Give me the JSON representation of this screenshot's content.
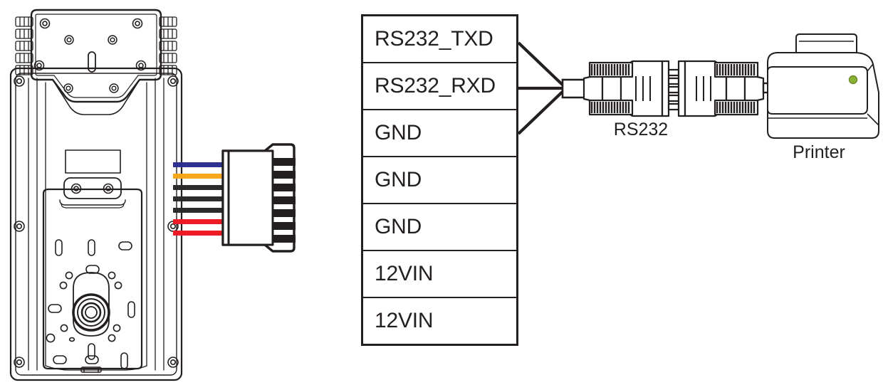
{
  "diagram": {
    "title": "RS232 printer connection wiring diagram",
    "background_color": "#ffffff",
    "line_color": "#231f20"
  },
  "pin_table": {
    "name": "terminal-pinout-table",
    "rows": [
      {
        "label": "RS232_TXD",
        "wire_color": "#2e3192",
        "wire_name": "blue"
      },
      {
        "label": "RS232_RXD",
        "wire_color": "#f7a71c",
        "wire_name": "yellow"
      },
      {
        "label": "GND",
        "wire_color": "#2b2b2b",
        "wire_name": "black"
      },
      {
        "label": "GND",
        "wire_color": "#2b2b2b",
        "wire_name": "black"
      },
      {
        "label": "GND",
        "wire_color": "#2b2b2b",
        "wire_name": "black"
      },
      {
        "label": "12VIN",
        "wire_color": "#ed1c24",
        "wire_name": "red"
      },
      {
        "label": "12VIN",
        "wire_color": "#ed1c24",
        "wire_name": "red"
      }
    ]
  },
  "captions": {
    "rs232": "RS232",
    "printer": "Printer"
  },
  "devices": {
    "terminal": {
      "name": "access-control-terminal-rear",
      "connector_pin_count": 7
    },
    "rs232_connector": {
      "name": "rs232-db9-connector-pair"
    },
    "printer": {
      "name": "receipt-printer",
      "led_color": "#8ab034"
    }
  }
}
